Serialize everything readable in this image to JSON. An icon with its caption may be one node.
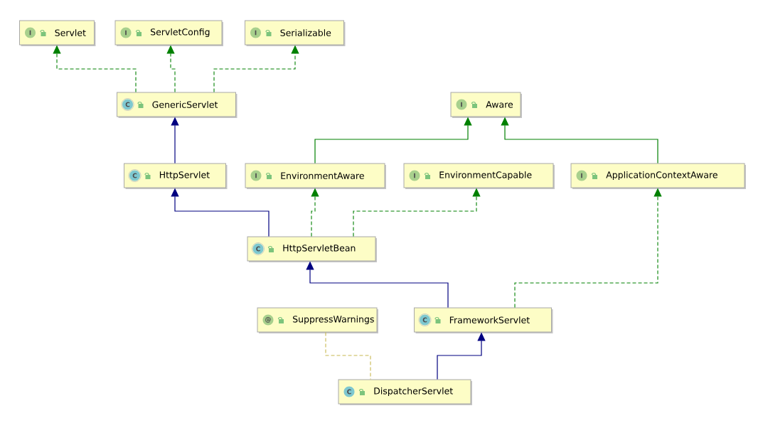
{
  "diagram": {
    "nodes": [
      {
        "text": [
          "I",
          "Servlet"
        ]
      },
      {
        "text": [
          "I",
          "ServletConfig"
        ]
      },
      {
        "text": [
          "I",
          "Serializable"
        ]
      },
      {
        "text": [
          "C",
          "GenericServlet"
        ]
      },
      {
        "text": [
          "I",
          "Aware"
        ]
      },
      {
        "text": [
          "C",
          "HttpServlet"
        ]
      },
      {
        "text": [
          "I",
          "EnvironmentAware"
        ]
      },
      {
        "text": [
          "I",
          "EnvironmentCapable"
        ]
      },
      {
        "text": [
          "I",
          "ApplicationContextAware"
        ]
      },
      {
        "text": [
          "C",
          "HttpServletBean"
        ]
      },
      {
        "text": [
          "@",
          "SuppressWarnings"
        ]
      },
      {
        "text": [
          "C",
          "FrameworkServlet"
        ]
      },
      {
        "text": [
          "C",
          "DispatcherServlet"
        ]
      }
    ],
    "edges": [
      {
        "from": 3,
        "to": 0,
        "arrow": "to",
        "style": "dashed"
      },
      {
        "from": 3,
        "to": 1,
        "arrow": "to",
        "style": "dashed"
      },
      {
        "from": 3,
        "to": 2,
        "arrow": "to",
        "style": "dashed"
      },
      {
        "from": 5,
        "to": 3,
        "arrow": "to",
        "color": "#000080"
      },
      {
        "from": 6,
        "to": 4,
        "arrow": "to"
      },
      {
        "from": 8,
        "to": 4,
        "arrow": "to"
      },
      {
        "from": 9,
        "to": 5,
        "arrow": "to",
        "color": "#000080"
      },
      {
        "from": 9,
        "to": 6,
        "arrow": "to",
        "style": "dashed"
      },
      {
        "from": 9,
        "to": 7,
        "arrow": "to",
        "style": "dashed"
      },
      {
        "from": 11,
        "to": 9,
        "arrow": "to",
        "color": "#000080"
      },
      {
        "from": 11,
        "to": 8,
        "arrow": "to",
        "style": "dashed"
      },
      {
        "from": 10,
        "to": 12,
        "arrow": "none",
        "style": "dashed",
        "color": "#c8b850"
      },
      {
        "from": 12,
        "to": 11,
        "arrow": "to",
        "color": "#000080"
      }
    ]
  }
}
